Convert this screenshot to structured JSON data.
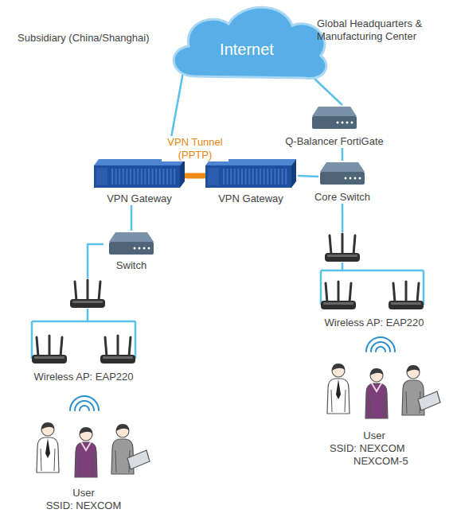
{
  "diagram": {
    "nodes": [
      {
        "text": [
          "Internet"
        ]
      },
      {
        "text": [
          "VPN Gateway"
        ]
      },
      {
        "text": [
          "VPN Gateway"
        ]
      },
      {
        "text": [
          "Q-Balancer FortiGate"
        ]
      },
      {
        "text": [
          "Core Switch"
        ]
      },
      {
        "text": [
          "Switch"
        ]
      },
      {
        "text": [
          "Wireless AP: EAP220"
        ]
      },
      {
        "text": [
          "User",
          "SSID: NEXCOM"
        ]
      },
      {
        "text": [
          "Wireless AP: EAP220"
        ]
      },
      {
        "text": [
          "User",
          "SSID: NEXCOM NEXCOM-5"
        ]
      }
    ],
    "edges": [
      {
        "from": 0,
        "to": 1,
        "arrow": "none"
      },
      {
        "from": 0,
        "to": 3,
        "arrow": "none"
      },
      {
        "from": 1,
        "to": 2,
        "label": "VPN Tunnel (PPTP)",
        "arrow": "none"
      },
      {
        "from": 2,
        "to": 4,
        "arrow": "none"
      },
      {
        "from": 3,
        "to": 4,
        "arrow": "none"
      },
      {
        "from": 1,
        "to": 5,
        "arrow": "none"
      },
      {
        "from": 5,
        "to": 6,
        "arrow": "none"
      },
      {
        "from": 4,
        "to": 8,
        "arrow": "none"
      }
    ],
    "labels": [
      "Subsidiary (China/Shanghai)",
      "Global Headquarters & Manufacturing Center"
    ]
  }
}
